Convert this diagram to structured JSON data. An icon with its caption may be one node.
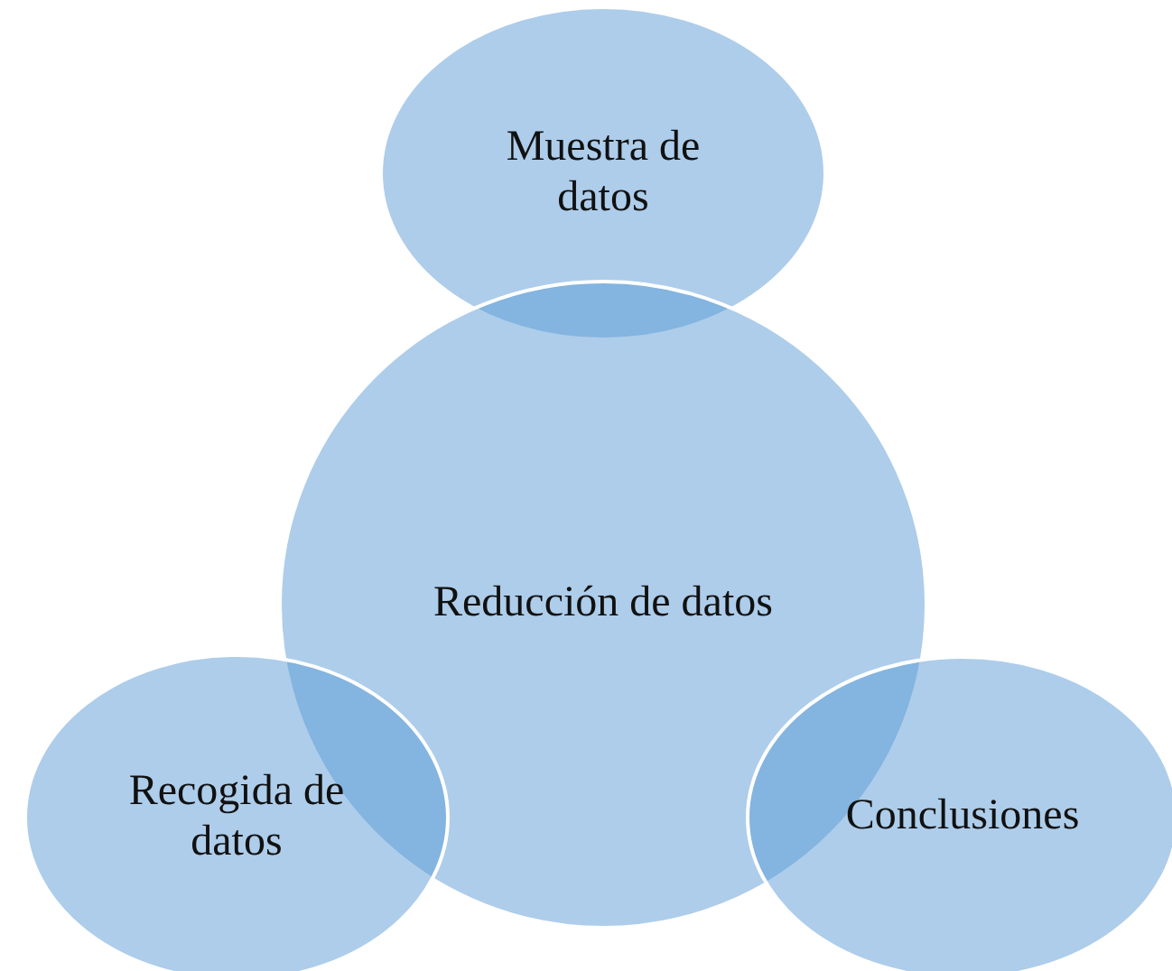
{
  "diagram": {
    "nodes": [
      {
        "text": [
          "Muestra de datos"
        ]
      },
      {
        "text": [
          "Reducción de datos"
        ]
      },
      {
        "text": [
          "Recogida de datos"
        ]
      },
      {
        "text": [
          "Conclusiones"
        ]
      }
    ]
  }
}
